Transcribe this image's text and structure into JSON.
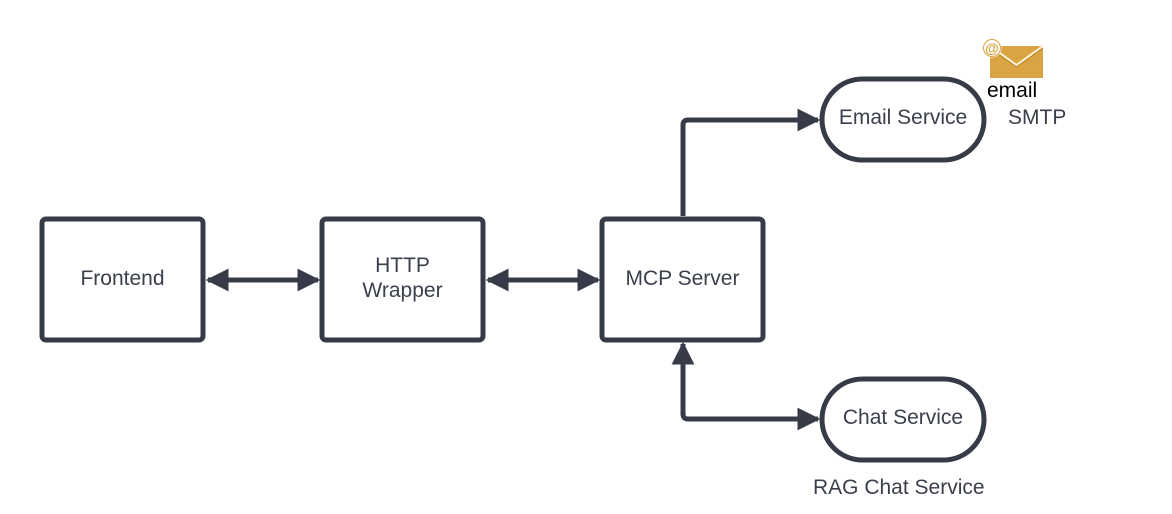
{
  "nodes": {
    "frontend": {
      "label": "Frontend"
    },
    "http_wrapper": {
      "label_line1": "HTTP",
      "label_line2": "Wrapper"
    },
    "mcp_server": {
      "label": "MCP Server"
    },
    "email_service": {
      "label": "Email Service"
    },
    "chat_service": {
      "label": "Chat Service"
    }
  },
  "annotations": {
    "smtp": "SMTP",
    "rag_chat_service": "RAG Chat Service",
    "email_icon_caption": "email"
  },
  "icons": {
    "email": "envelope-icon",
    "email_at_sign": "@"
  },
  "colors": {
    "stroke": "#363b47",
    "text": "#3a3f4c",
    "envelope": "#d9a441",
    "envelope_dark": "#b9842a"
  }
}
